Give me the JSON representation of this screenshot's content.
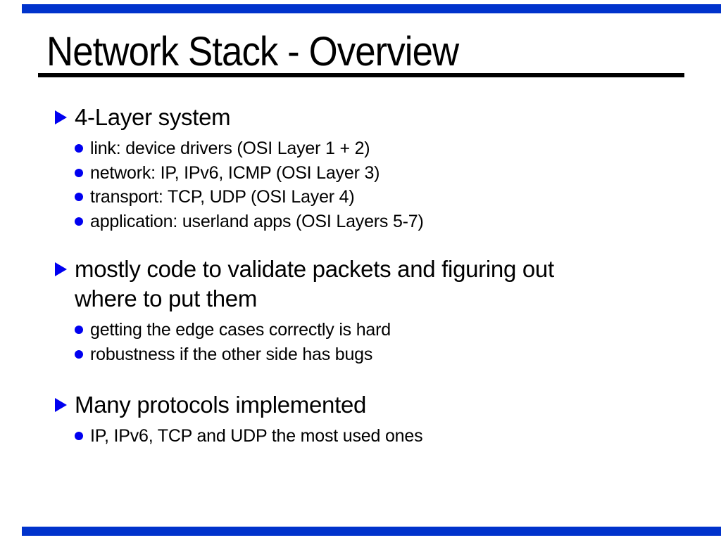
{
  "slide": {
    "title": "Network Stack - Overview",
    "colors": {
      "accent": "#0000f0",
      "bar": "#0033cc",
      "rule": "#000000",
      "text": "#000000",
      "background": "#ffffff"
    },
    "icons": {
      "level1_bullet": "triangle-right-icon",
      "level2_bullet": "dot-bullet-icon"
    },
    "blocks": [
      {
        "heading": "4-Layer system",
        "items": [
          "link: device drivers (OSI Layer 1 + 2)",
          "network: IP, IPv6, ICMP (OSI Layer 3)",
          "transport: TCP, UDP (OSI Layer 4)",
          "application: userland apps (OSI Layers 5-7)"
        ]
      },
      {
        "heading": "mostly code to validate packets and figuring out where to put them",
        "items": [
          "getting the edge cases correctly is hard",
          "robustness if the other side has bugs"
        ]
      },
      {
        "heading": "Many protocols implemented",
        "items": [
          "IP, IPv6, TCP and UDP the most used ones"
        ]
      }
    ]
  }
}
